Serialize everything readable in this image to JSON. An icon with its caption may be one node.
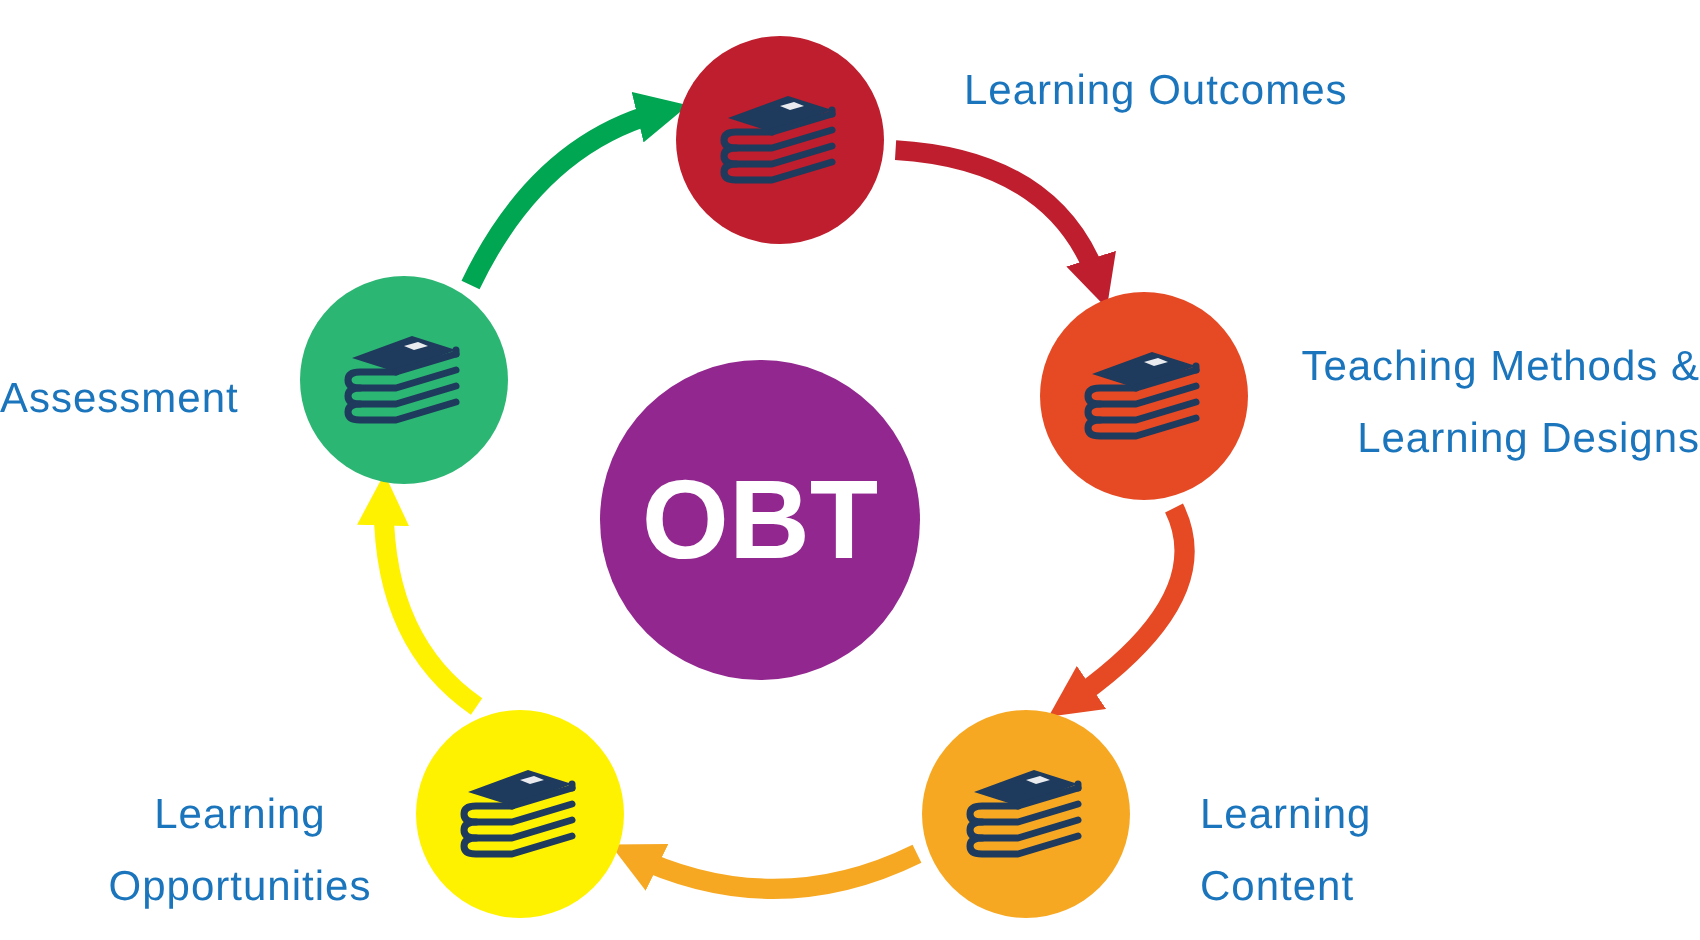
{
  "diagram": {
    "nodes": [
      {
        "text": [
          "OBT"
        ]
      },
      {
        "text": [],
        "shape": "circle",
        "beside": [
          "Learning Outcomes"
        ]
      },
      {
        "text": [],
        "shape": "circle",
        "beside": [
          "Teaching Methods & Learning Designs"
        ]
      },
      {
        "text": [],
        "shape": "circle",
        "beside": [
          "Learning Content"
        ]
      },
      {
        "text": [],
        "shape": "circle",
        "beside": [
          "Learning Opportunities"
        ]
      },
      {
        "text": [],
        "shape": "circle",
        "beside": [
          "Assessment"
        ]
      }
    ],
    "edges": [
      {
        "from": 1,
        "to": 2,
        "arrow": "to",
        "color": "#be1e2d"
      },
      {
        "from": 2,
        "to": 3,
        "arrow": "to",
        "color": "#e64a24"
      },
      {
        "from": 3,
        "to": 4,
        "arrow": "to",
        "color": "#f7a823"
      },
      {
        "from": 4,
        "to": 5,
        "arrow": "to",
        "color": "#fff200"
      },
      {
        "from": 5,
        "to": 1,
        "arrow": "to",
        "color": "#00a651"
      }
    ]
  }
}
